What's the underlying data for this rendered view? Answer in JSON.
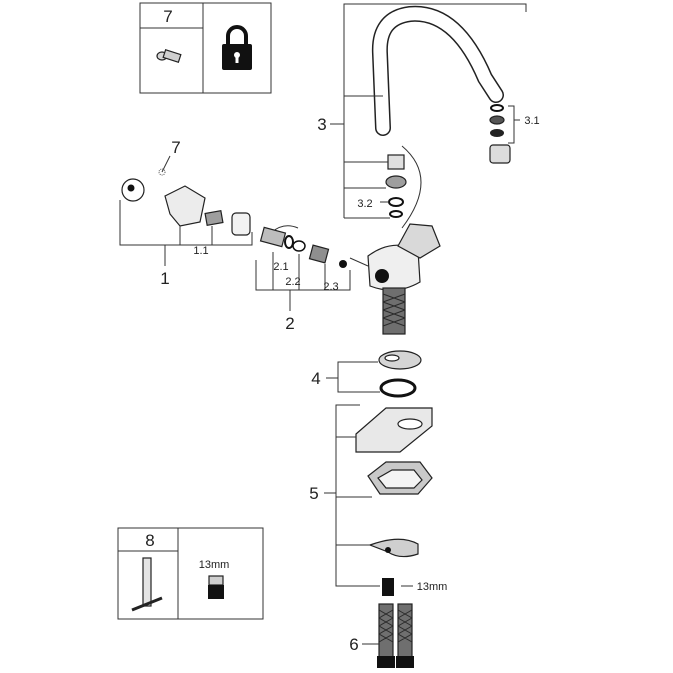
{
  "parts": {
    "p1": "1",
    "p1_1": "1.1",
    "p2": "2",
    "p2_1": "2.1",
    "p2_2": "2.2",
    "p2_3": "2.3",
    "p3": "3",
    "p3_1": "3.1",
    "p3_2": "3.2",
    "p4": "4",
    "p5": "5",
    "p6": "6",
    "p7": "7"
  },
  "callouts": {
    "wrench_size_main": "13mm"
  },
  "boxes": {
    "box7": {
      "number": "7",
      "icon": "padlock-icon"
    },
    "box8": {
      "number": "8",
      "wrench_size": "13mm"
    }
  },
  "colors": {
    "line": "#333333",
    "part_fill": "#bdbdbd",
    "dark": "#111111"
  }
}
